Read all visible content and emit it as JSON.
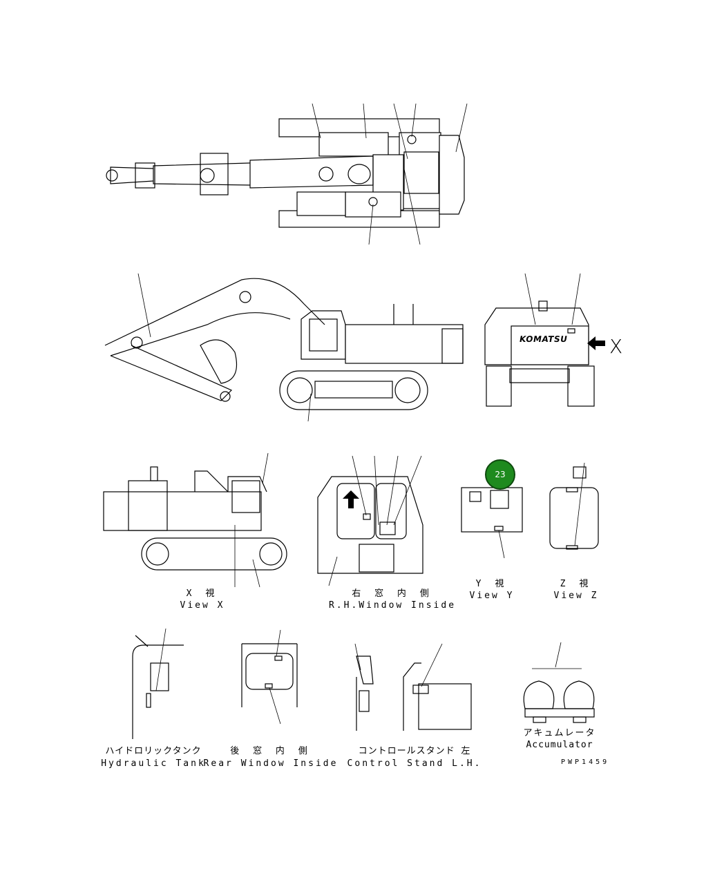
{
  "figure": {
    "badge_label": "23",
    "logo": "KOMATSU",
    "direction_mark": "X",
    "drawing_code": "PWP1459"
  },
  "captions": {
    "view_x_jp": "X 視",
    "view_x_en": "View X",
    "rh_window_jp": "右 窓 内 側",
    "rh_window_en": "R.H.Window Inside",
    "view_y_jp": "Y 視",
    "view_y_en": "View Y",
    "view_z_jp": "Z 視",
    "view_z_en": "View Z",
    "hydraulic_jp": "ハイドロリックタンク",
    "hydraulic_en": "Hydraulic Tank",
    "rear_window_jp": "後 窓 内 側",
    "rear_window_en": "Rear Window Inside",
    "control_stand_jp": "コントロールスタンド 左",
    "control_stand_en": "Control Stand L.H.",
    "accumulator_jp": "アキュムレータ",
    "accumulator_en": "Accumulator"
  },
  "colors": {
    "badge": "#1e8a1e",
    "line": "#000000",
    "background": "#ffffff"
  }
}
